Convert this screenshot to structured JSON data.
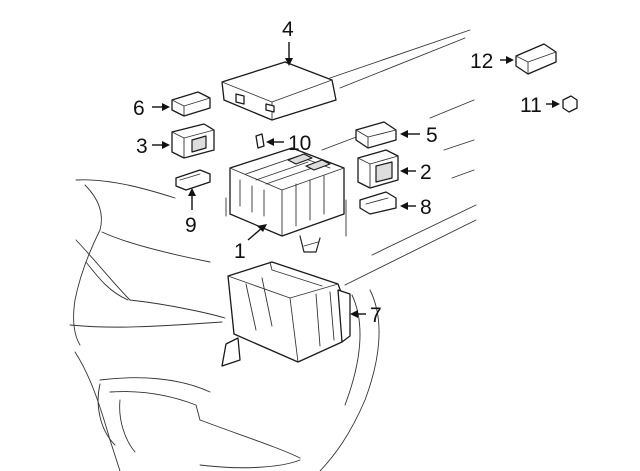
{
  "callouts": {
    "part_1": "1",
    "part_2": "2",
    "part_3": "3",
    "part_4": "4",
    "part_5": "5",
    "part_6": "6",
    "part_7": "7",
    "part_8": "8",
    "part_9": "9",
    "part_10": "10",
    "part_11": "11",
    "part_12": "12"
  },
  "colors": {
    "line": "#222222",
    "background": "#ffffff",
    "label": "#111111"
  }
}
